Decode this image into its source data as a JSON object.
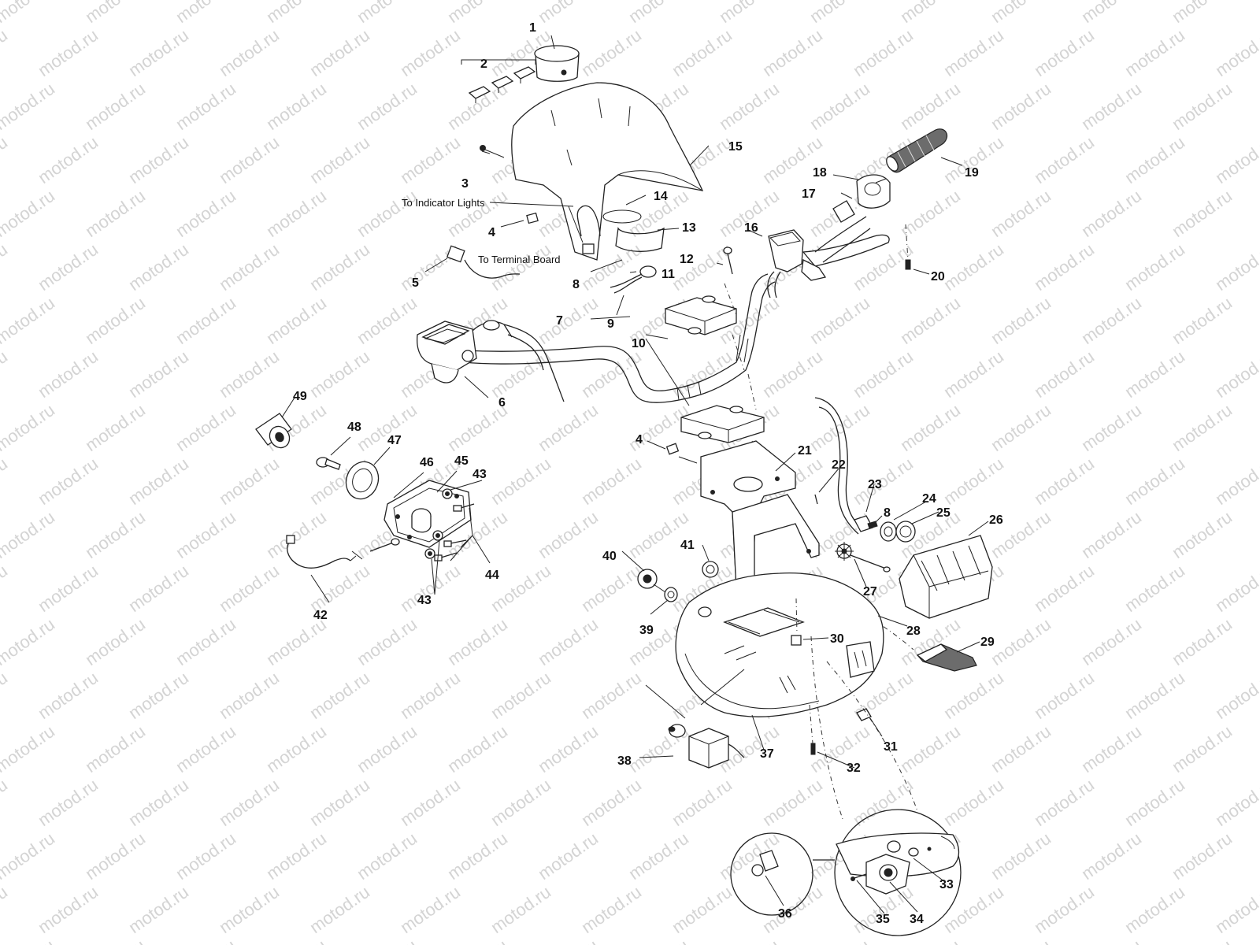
{
  "watermark_text": "motod.ru",
  "annotations": {
    "indicator_lights": "To Indicator Lights",
    "terminal_board": "To Terminal Board"
  },
  "parts": [
    "1",
    "2",
    "3",
    "4",
    "5",
    "6",
    "7",
    "8",
    "9",
    "10",
    "11",
    "12",
    "13",
    "14",
    "15",
    "16",
    "17",
    "18",
    "19",
    "20",
    "21",
    "22",
    "23",
    "8",
    "24",
    "25",
    "26",
    "27",
    "28",
    "29",
    "30",
    "31",
    "32",
    "33",
    "34",
    "35",
    "36",
    "37",
    "38",
    "39",
    "40",
    "41",
    "42",
    "43",
    "43",
    "44",
    "45",
    "46",
    "47",
    "48",
    "49",
    "4"
  ]
}
